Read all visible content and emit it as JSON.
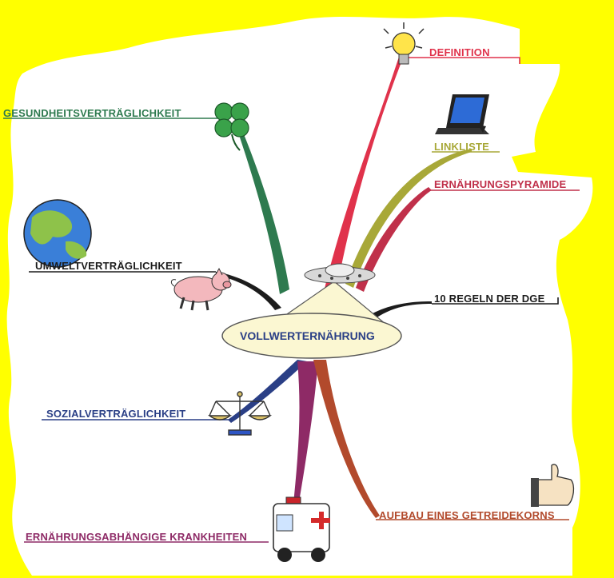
{
  "map": {
    "center": "VOLLWERTERNÄHRUNG",
    "branches": [
      {
        "key": "definition",
        "label": "DEFINITION",
        "color": "#e0324b",
        "icon": "lightbulb-icon"
      },
      {
        "key": "linkliste",
        "label": "LINKLISTE",
        "color": "#a8a838",
        "icon": "laptop-icon"
      },
      {
        "key": "pyramide",
        "label": "ERNÄHRUNGSPYRAMIDE",
        "color": "#c0304a"
      },
      {
        "key": "regeln",
        "label": "10 REGELN DER DGE",
        "color": "#1c1c1c"
      },
      {
        "key": "getreide",
        "label": "AUFBAU EINES GETREIDEKORNS",
        "color": "#b24a2c",
        "icon": "thumbs-up-icon"
      },
      {
        "key": "krankheiten",
        "label": "ERNÄHRUNGSABHÄNGIGE KRANKHEITEN",
        "color": "#8e2a66",
        "icon": "ambulance-icon"
      },
      {
        "key": "sozial",
        "label": "SOZIALVERTRÄGLICHKEIT",
        "color": "#2a3f86",
        "icon": "scales-icon"
      },
      {
        "key": "umwelt",
        "label": "UMWELTVERTRÄGLICHKEIT",
        "color": "#1c1c1c",
        "icon": "globe-icon"
      },
      {
        "key": "gesundheit",
        "label": "GESUNDHEITSVERTRÄGLICHKEIT",
        "color": "#2e7a4f",
        "icon": "clover-icon"
      }
    ],
    "extra_icons": [
      "pig-icon",
      "ufo-icon"
    ],
    "colors": {
      "frame": "#ffff00",
      "paper": "#ffffff",
      "center_fill": "#fbf7d2"
    }
  }
}
